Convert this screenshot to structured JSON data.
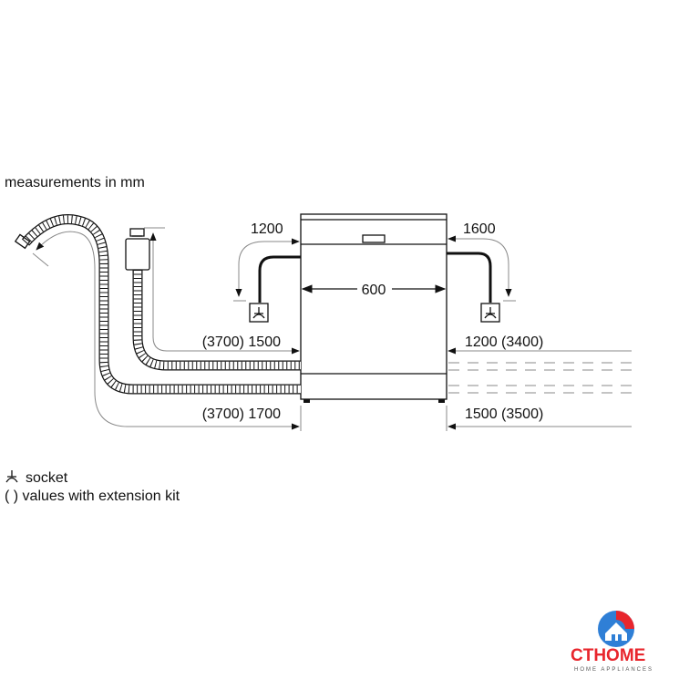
{
  "header": {
    "note": "measurements in mm"
  },
  "dimensions": {
    "width": "600",
    "power_left": "1200",
    "power_right": "1600",
    "drain_left": "(3700) 1500",
    "inlet_left": "(3700) 1700",
    "drain_right": "1200 (3400)",
    "inlet_right": "1500 (3500)"
  },
  "legend": {
    "socket": "socket",
    "extension": "( ) values with extension kit"
  },
  "logo": {
    "brand": "CTHOME",
    "tagline": "HOME APPLIANCES",
    "colors": {
      "red": "#e8262d",
      "blue": "#1f5fb7"
    }
  }
}
